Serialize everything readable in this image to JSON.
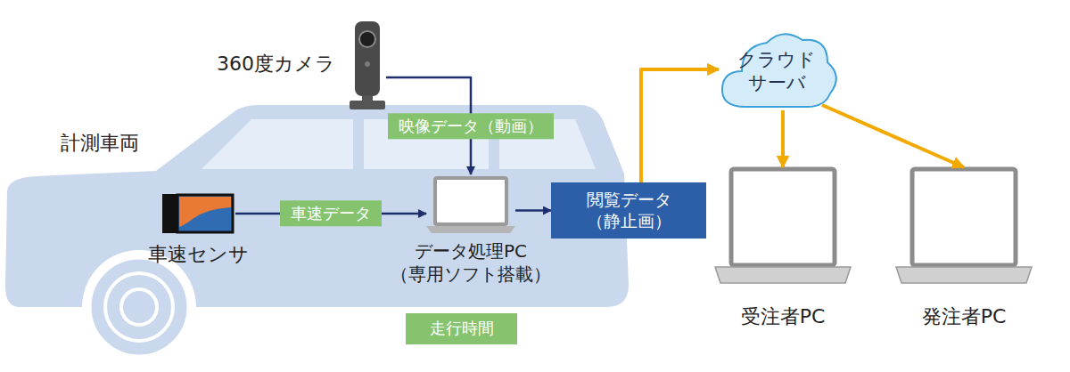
{
  "diagram": {
    "nodes": [
      {
        "text": [
          "計測車両"
        ]
      },
      {
        "text": [
          "360度カメラ"
        ]
      },
      {
        "text": [
          "車速センサ"
        ],
        "in": 0
      },
      {
        "text": [
          "データ処理PC （専用ソフト搭載）"
        ],
        "in": 0
      },
      {
        "text": [
          "走行時間"
        ]
      },
      {
        "text": [
          "閲覧データ （静止画）"
        ]
      },
      {
        "text": [
          "クラウド サーバ"
        ]
      },
      {
        "text": [
          "受注者PC"
        ]
      },
      {
        "text": [
          "発注者PC"
        ]
      }
    ],
    "edges": [
      {
        "from": 1,
        "to": 3,
        "arrow": "to",
        "label": "映像データ（動画）"
      },
      {
        "from": 2,
        "to": 3,
        "arrow": "to",
        "label": "車速データ"
      },
      {
        "from": 3,
        "to": 5,
        "arrow": "to"
      },
      {
        "from": 5,
        "to": 6,
        "arrow": "to"
      },
      {
        "from": 6,
        "to": 7,
        "arrow": "to"
      },
      {
        "from": 6,
        "to": 8,
        "arrow": "to"
      }
    ]
  }
}
